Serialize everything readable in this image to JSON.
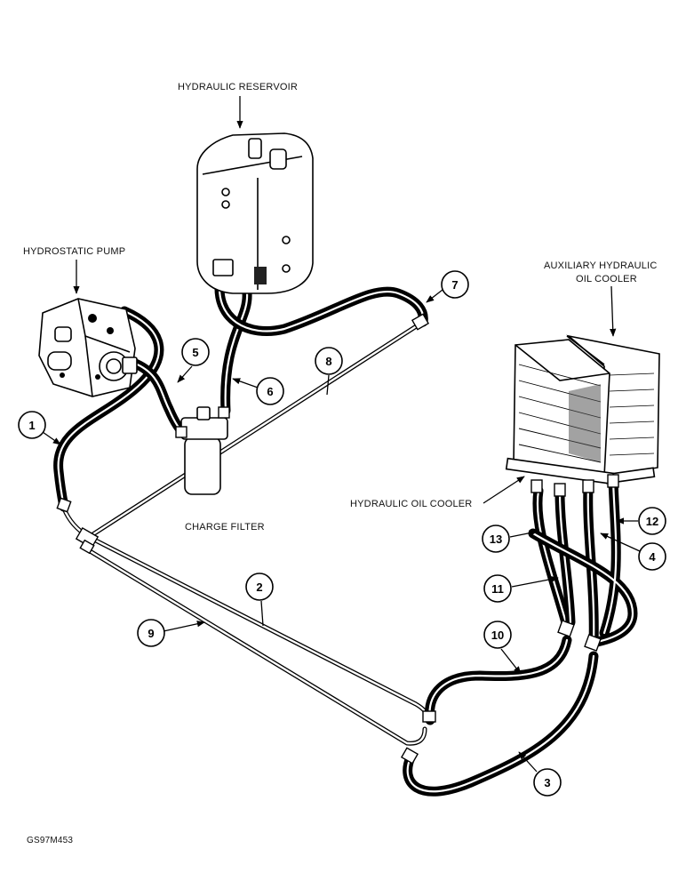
{
  "labels": {
    "reservoir": "HYDRAULIC RESERVOIR",
    "pump": "HYDROSTATIC PUMP",
    "aux_cooler_line1": "AUXILIARY HYDRAULIC",
    "aux_cooler_line2": "OIL COOLER",
    "charge_filter": "CHARGE FILTER",
    "oil_cooler": "HYDRAULIC OIL COOLER",
    "figure_id": "GS97M453"
  },
  "callouts": [
    "1",
    "2",
    "3",
    "4",
    "5",
    "6",
    "7",
    "8",
    "9",
    "10",
    "11",
    "12",
    "13"
  ]
}
